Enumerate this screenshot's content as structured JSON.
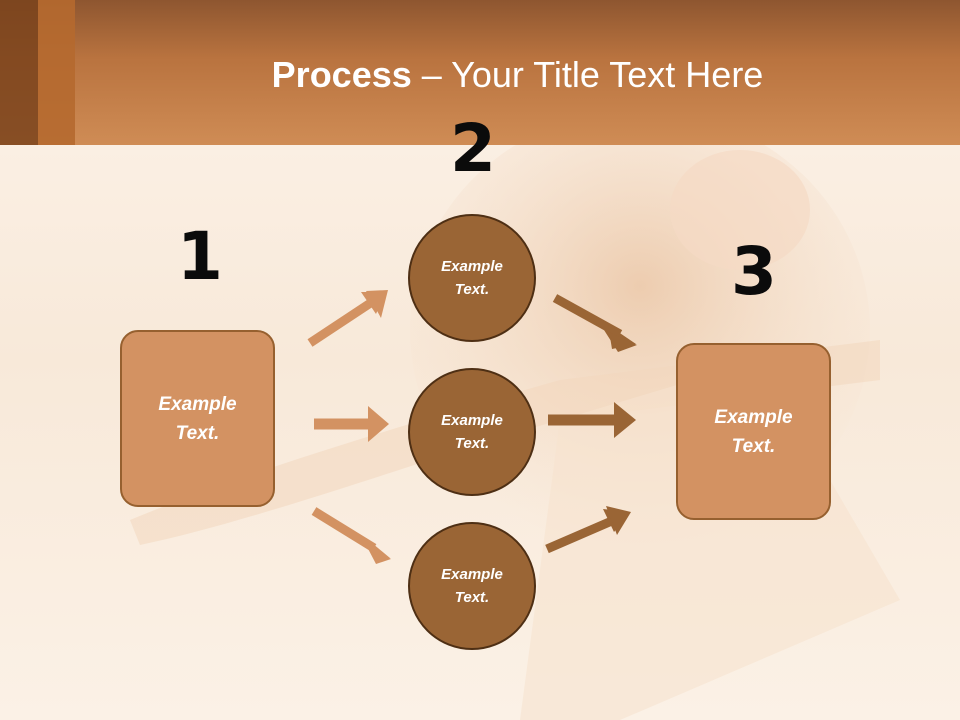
{
  "title": {
    "bold_part": "Process",
    "rest": " – Your Title Text Here"
  },
  "steps": {
    "step1": {
      "number": "1",
      "text_line1": "Example",
      "text_line2": "Text."
    },
    "step2": {
      "number": "2",
      "circles": [
        {
          "text_line1": "Example",
          "text_line2": "Text."
        },
        {
          "text_line1": "Example",
          "text_line2": "Text."
        },
        {
          "text_line1": "Example",
          "text_line2": "Text."
        }
      ]
    },
    "step3": {
      "number": "3",
      "text_line1": "Example",
      "text_line2": "Text."
    }
  },
  "colors": {
    "header": "#c47f48",
    "box_fill": "#d39262",
    "circle_fill": "#9a6535",
    "arrow_light": "#d39262",
    "arrow_dark": "#9a6535"
  }
}
